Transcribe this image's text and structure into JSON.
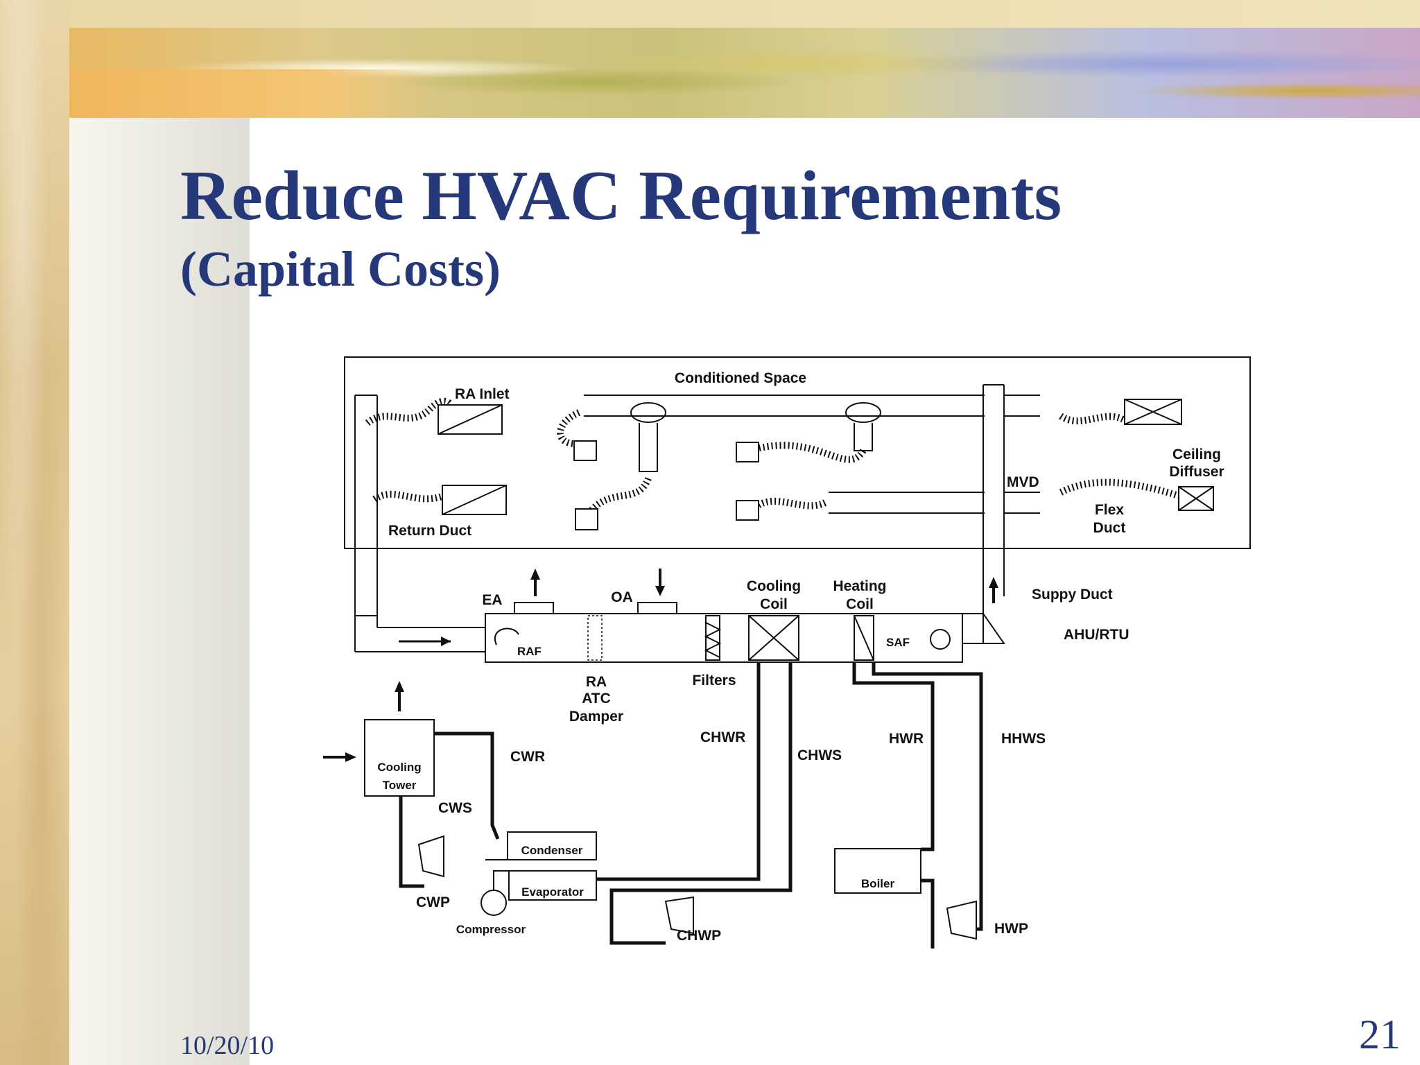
{
  "slide": {
    "title": "Reduce HVAC Requirements",
    "subtitle": "(Capital Costs)",
    "date": "10/20/10",
    "page_number": "21"
  },
  "diagram": {
    "labels": {
      "conditioned_space": "Conditioned Space",
      "ra_inlet": "RA Inlet",
      "return_duct": "Return Duct",
      "ceiling_diffuser_1": "Ceiling",
      "ceiling_diffuser_2": "Diffuser",
      "mvd": "MVD",
      "flex_duct_1": "Flex",
      "flex_duct_2": "Duct",
      "ea": "EA",
      "oa": "OA",
      "cooling_coil_1": "Cooling",
      "cooling_coil_2": "Coil",
      "heating_coil_1": "Heating",
      "heating_coil_2": "Coil",
      "supply_duct": "Suppy Duct",
      "ahu_rtu": "AHU/RTU",
      "raf": "RAF",
      "saf": "SAF",
      "ra_atc_damper_1": "RA",
      "ra_atc_damper_2": "ATC",
      "ra_atc_damper_3": "Damper",
      "filters": "Filters",
      "chwr": "CHWR",
      "chws": "CHWS",
      "hwr": "HWR",
      "hhws": "HHWS",
      "cwr": "CWR",
      "cws": "CWS",
      "cooling_tower_1": "Cooling",
      "cooling_tower_2": "Tower",
      "condenser": "Condenser",
      "evaporator": "Evaporator",
      "cwp": "CWP",
      "compressor": "Compressor",
      "chwp": "CHWP",
      "boiler": "Boiler",
      "hwp": "HWP"
    }
  }
}
